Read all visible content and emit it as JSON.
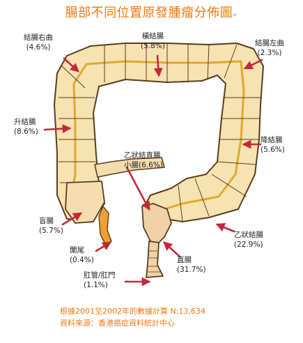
{
  "title": "腸部不同位置原發腫瘤分佈圖",
  "paragraph_mark": "↵",
  "colors": {
    "title": "#f07810",
    "footer": "#f07810",
    "arrow": "#c3283a",
    "colon_fill": "#f7e2b2",
    "colon_outline": "#5a3c1c",
    "haustra_line": "#e0a830",
    "rectum_fill": "#efd2a6",
    "appendix_fill": "#f0a030"
  },
  "segments": [
    {
      "id": "hepatic-flexure",
      "name": "結腸右曲",
      "value": "(4.6%)"
    },
    {
      "id": "transverse-colon",
      "name": "橫結腸",
      "value": "(5.8%)"
    },
    {
      "id": "splenic-flexure",
      "name": "結腸左曲",
      "value": "(2.3%)"
    },
    {
      "id": "ascending-colon",
      "name": "升結腸",
      "value": "(8.6%)"
    },
    {
      "id": "descending-colon",
      "name": "降結腸",
      "value": "(5.6%)"
    },
    {
      "id": "rectosigmoid",
      "name": "乙狀結直腸",
      "value": "小腸(6.6%)"
    },
    {
      "id": "cecum",
      "name": "盲腸",
      "value": "(5.7%)"
    },
    {
      "id": "sigmoid-colon",
      "name": "乙狀結腸",
      "value": "(22.9%)"
    },
    {
      "id": "appendix",
      "name": "闌尾",
      "value": "(0.4%)"
    },
    {
      "id": "rectum",
      "name": "直腸",
      "value": "(31.7%)"
    },
    {
      "id": "anal-canal",
      "name": "肛管/肛門",
      "value": "(1.1%)"
    }
  ],
  "footer": {
    "line1": "根據2001至2002年的數據計算  N:13,634",
    "line2": "資料來源：香港癌症資料統計中心"
  }
}
